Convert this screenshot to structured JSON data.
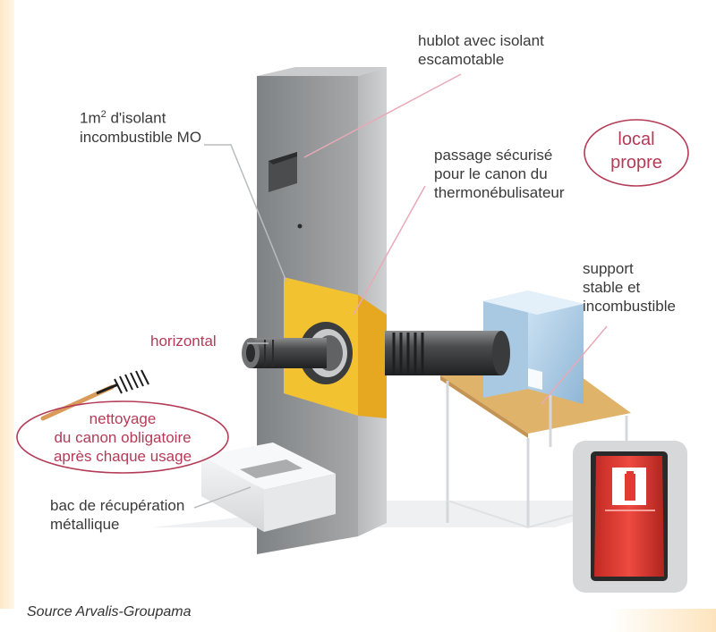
{
  "labels": {
    "hublot_line1": "hublot avec isolant",
    "hublot_line2": "escamotable",
    "isolant_prefix": "1m",
    "isolant_sup": "2",
    "isolant_suffix": " d'isolant",
    "isolant_line2": "incombustible MO",
    "passage_line1": "passage sécurisé",
    "passage_line2": "pour le canon du",
    "passage_line3": "thermonébulisateur",
    "local_line1": "local",
    "local_line2": "propre",
    "support_line1": "support",
    "support_line2": "stable et",
    "support_line3": "incombustible",
    "horizontal": "horizontal",
    "nettoyage_line1": "nettoyage",
    "nettoyage_line2": "du canon obligatoire",
    "nettoyage_line3": "après chaque usage",
    "bac_line1": "bac de récupération",
    "bac_line2": "métallique"
  },
  "source": "Source Arvalis-Groupama",
  "colors": {
    "accent_red": "#b43b57",
    "text": "#3a3a3a",
    "wall": "#8f9294",
    "insulation": "#f2c230",
    "table_top": "#e0b36a",
    "extinguisher_red": "#e23a32"
  }
}
